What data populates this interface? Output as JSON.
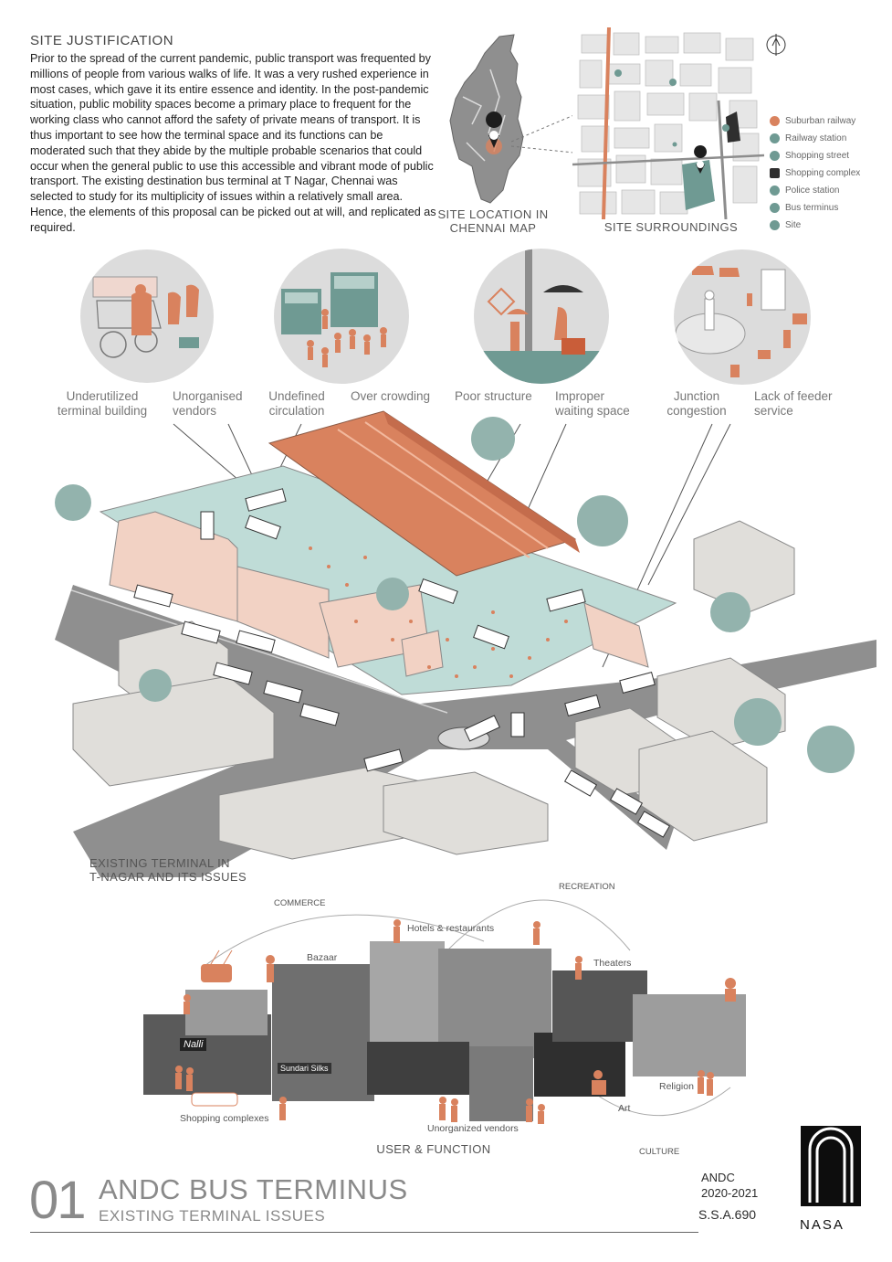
{
  "intro": {
    "heading": "SITE JUSTIFICATION",
    "paragraph": "Prior to the spread of the current pandemic, public transport was frequented by millions of people from various walks of life. It was a very rushed experience in most cases, which gave it its entire essence and identity. In the post-pandemic situation, public mobility spaces become a primary place to frequent for the working class who cannot afford the safety of private means of transport. It is thus important to see how the terminal space and its functions can be moderated such that they abide by the multiple probable scenarios that could occur when the general public to use this accessible and vibrant mode of public transport. The existing destination bus terminal at T Nagar, Chennai was selected to study for its multiplicity of issues within a relatively small area. Hence, the elements  of this proposal can be picked out at will, and replicated as required."
  },
  "maps": {
    "site_location_caption": [
      "SITE LOCATION IN",
      "CHENNAI MAP"
    ],
    "site_surroundings_caption": "SITE SURROUNDINGS"
  },
  "legend": [
    {
      "label": "Suburban railway",
      "color": "#d9825e",
      "icon": "railway-swatch"
    },
    {
      "label": "Railway station",
      "color": "#6f9a93",
      "icon": "train-icon"
    },
    {
      "label": "Shopping street",
      "color": "#6f9a93",
      "icon": "shopping-bag-icon"
    },
    {
      "label": "Shopping complex",
      "color": "#2f2f2f",
      "icon": "building-icon"
    },
    {
      "label": "Police station",
      "color": "#6f9a93",
      "icon": "police-icon"
    },
    {
      "label": "Bus terminus",
      "color": "#6f9a93",
      "icon": "bus-icon"
    },
    {
      "label": "Site",
      "color": "#6f9a93",
      "icon": "site-swatch"
    }
  ],
  "issues": [
    {
      "left": [
        "Underutilized",
        "terminal building"
      ],
      "right": [
        "Unorganised",
        "vendors"
      ]
    },
    {
      "left": [
        "Undefined",
        "circulation"
      ],
      "right": [
        "Over crowding"
      ]
    },
    {
      "left": [
        "Poor structure"
      ],
      "right": [
        "Improper",
        "waiting space"
      ]
    },
    {
      "left": [
        "Junction",
        "congestion"
      ],
      "right": [
        "Lack of feeder",
        "service"
      ]
    }
  ],
  "axo_caption": [
    "EXISTING TERMINAL IN",
    "T-NAGAR AND ITS ISSUES"
  ],
  "collage": {
    "arcs": {
      "commerce": "COMMERCE",
      "recreation": "RECREATION",
      "culture": "CULTURE"
    },
    "labels": {
      "hotels": "Hotels & restaurants",
      "bazaar": "Bazaar",
      "theaters": "Theaters",
      "religion": "Religion",
      "art": "Art",
      "shopping": "Shopping complexes",
      "vendors": "Unorganized vendors"
    },
    "signs": {
      "nalli": "Nalli",
      "sundari": "Sundari Silks"
    },
    "caption": "USER & FUNCTION"
  },
  "footer": {
    "number": "01",
    "title": "ANDC BUS TERMINUS",
    "subtitle": "EXISTING TERMINAL ISSUES",
    "org": "ANDC",
    "years": "2020-2021",
    "code": "S.S.A.690",
    "logo_text": "NASA"
  },
  "colors": {
    "accent": "#d9825e",
    "teal": "#6f9a93",
    "grey": "#8a8a8a"
  }
}
